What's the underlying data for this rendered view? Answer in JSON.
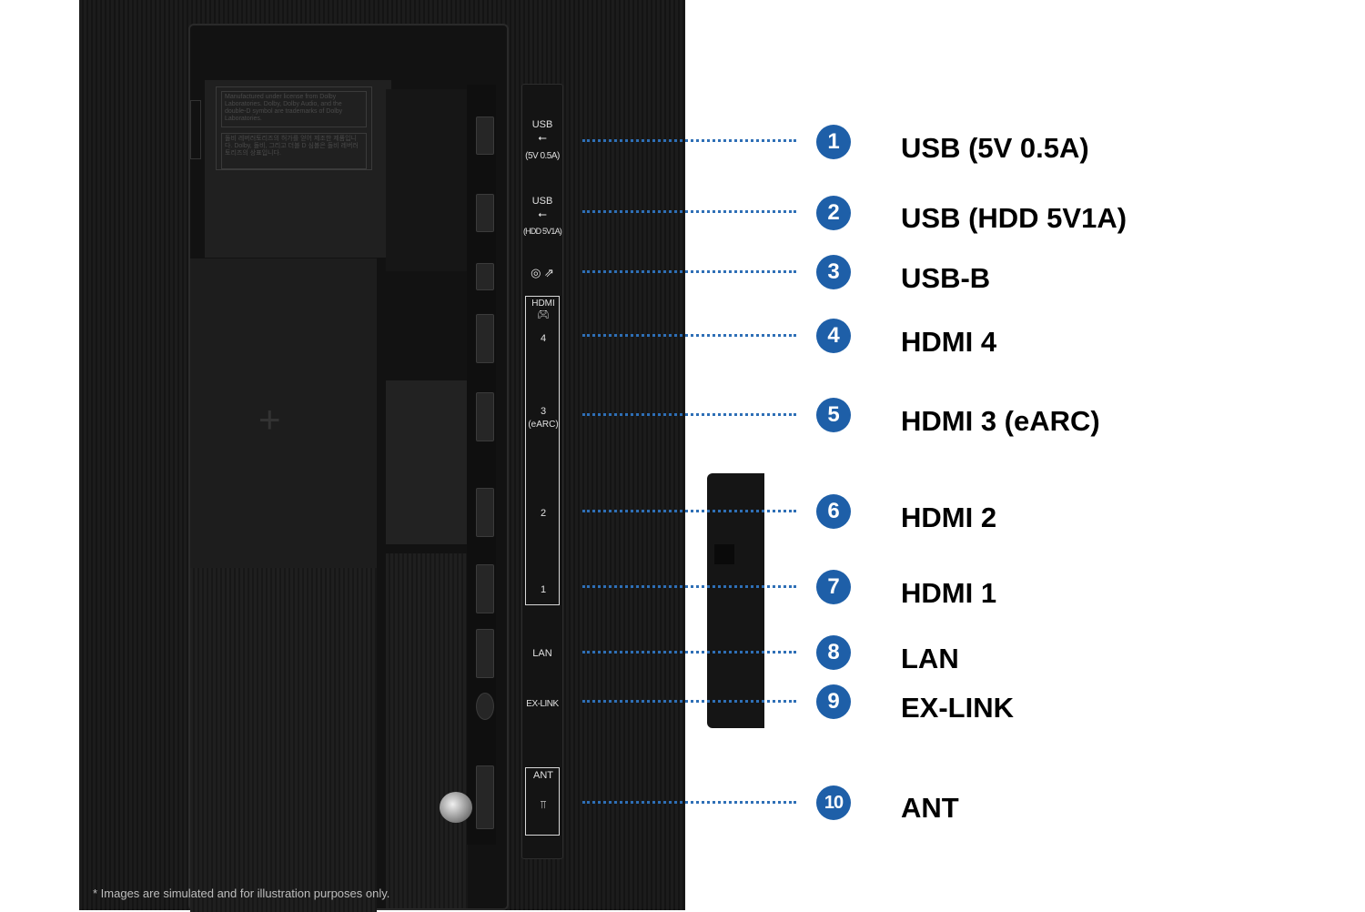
{
  "sticker": {
    "line1": "Manufactured under license from Dolby Laboratories. Dolby, Dolby Audio, and the double-D symbol are trademarks of Dolby Laboratories.",
    "line2": "돌비 레버러토리즈의 허가를 얻어 제조한 제품입니다. Dolby, 돌비, 그리고 더블 D 심볼은 돌비 레버러토리즈의 상표입니다."
  },
  "strip_labels": {
    "usb1": "USB",
    "usb1_sub": "(5V 0.5A)",
    "usb2": "USB",
    "usb2_sub": "(HDD 5V1A)",
    "hdmi_header": "HDMI",
    "hdmi4": "4",
    "hdmi3": "3",
    "hdmi3_sub": "(eARC)",
    "hdmi2": "2",
    "hdmi1": "1",
    "lan": "LAN",
    "exlink": "EX-LINK",
    "ant_header": "ANT"
  },
  "callouts": [
    {
      "number": "1",
      "name": "USB (5V 0.5A)"
    },
    {
      "number": "2",
      "name": "USB (HDD 5V1A)"
    },
    {
      "number": "3",
      "name": "USB-B"
    },
    {
      "number": "4",
      "name": "HDMI 4"
    },
    {
      "number": "5",
      "name": "HDMI 3 (eARC)"
    },
    {
      "number": "6",
      "name": "HDMI 2"
    },
    {
      "number": "7",
      "name": "HDMI 1"
    },
    {
      "number": "8",
      "name": "LAN"
    },
    {
      "number": "9",
      "name": "EX-LINK"
    },
    {
      "number": "10",
      "name": "ANT"
    }
  ],
  "disclaimer": "* Images are simulated and for illustration purposes only.",
  "colors": {
    "accent": "#1e5fa8",
    "dots": "#2e6fb6",
    "panel": "#1a1a1a"
  }
}
